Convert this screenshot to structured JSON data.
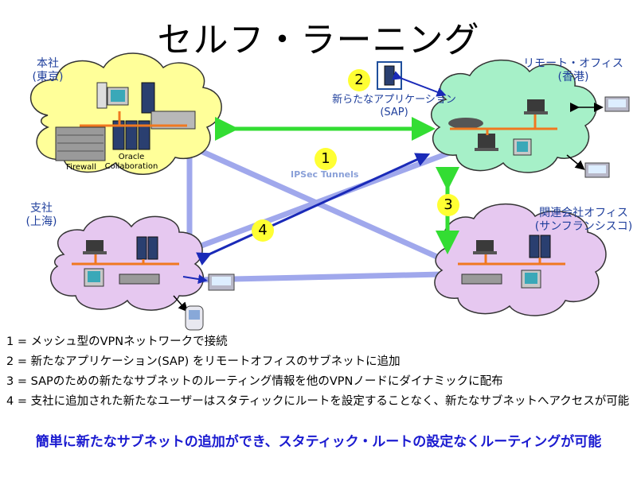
{
  "title": "セルフ・ラーニング",
  "sites": {
    "hq": {
      "name": "本社",
      "location": "(東京)"
    },
    "branch": {
      "name": "支社",
      "location": "(上海)"
    },
    "remote": {
      "name": "リモート・オフィス",
      "location": "(香港)"
    },
    "affiliate": {
      "name": "関連会社オフィス",
      "location": "(サンフランシスコ)"
    }
  },
  "hq_devices": {
    "firewall": "Firewall",
    "oracle_line1": "Oracle",
    "oracle_line2": "Collaboration"
  },
  "sap": {
    "label_line1": "新らたなアプリケーション",
    "label_line2": "(SAP)"
  },
  "tunnels_label": "IPSec Tunnels",
  "badges": {
    "b1": "1",
    "b2": "2",
    "b3": "3",
    "b4": "4"
  },
  "notes": [
    "1 = メッシュ型のVPNネットワークで接続",
    "2 = 新たなアプリケーション(SAP) をリモートオフィスのサブネットに追加",
    "3 = SAPのための新たなサブネットのルーティング情報を他のVPNノードにダイナミックに配布",
    "4 = 支社に追加された新たなユーザーはスタティックにルートを設定することなく、新たなサブネットへアクセスが可能"
  ],
  "summary": "簡単に新たなサブネットの追加ができ、スタティック・ルートの設定なくルーティングが可能",
  "colors": {
    "hq_cloud": "#ffff99",
    "branch_cloud": "#e6c8f0",
    "remote_cloud": "#a6f0c8",
    "affiliate_cloud": "#e6c8f0",
    "tunnel": "#a0a8ec",
    "green_link": "#33dd33",
    "blue_link": "#1a2ab8",
    "lan": "#f07820",
    "summary": "#1a1ad0"
  }
}
